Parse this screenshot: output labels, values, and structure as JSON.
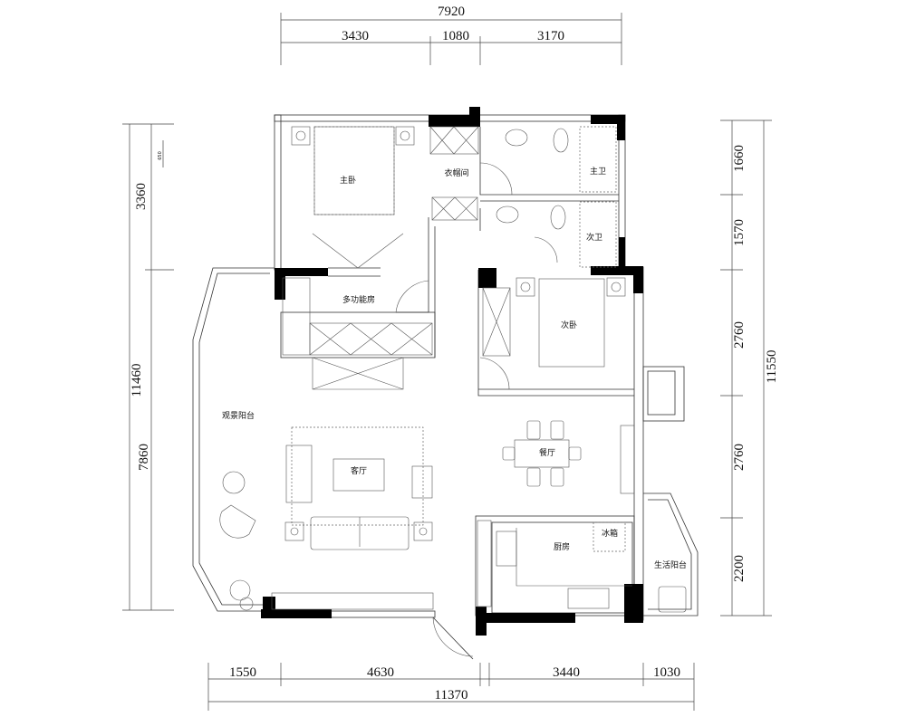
{
  "rooms": {
    "master_bedroom": "主卧",
    "walk_in_closet": "衣帽间",
    "master_bath": "主卫",
    "second_bath": "次卫",
    "multi_function_room": "多功能房",
    "second_bedroom": "次卧",
    "view_balcony": "观景阳台",
    "living_room": "客厅",
    "dining_room": "餐厅",
    "kitchen": "厨房",
    "fridge": "冰箱",
    "utility_balcony": "生活阳台"
  },
  "dimensions": {
    "top_total": "7920",
    "top_segments": [
      "3430",
      "1080",
      "3170"
    ],
    "left_total": "11460",
    "left_segments": [
      "3360",
      "7860"
    ],
    "left_small": "650",
    "right_total": "11550",
    "right_segments": [
      "1660",
      "1570",
      "2760",
      "2760",
      "2200"
    ],
    "bottom_total": "11370",
    "bottom_segments": [
      "1550",
      "4630",
      "3440",
      "1030"
    ]
  }
}
